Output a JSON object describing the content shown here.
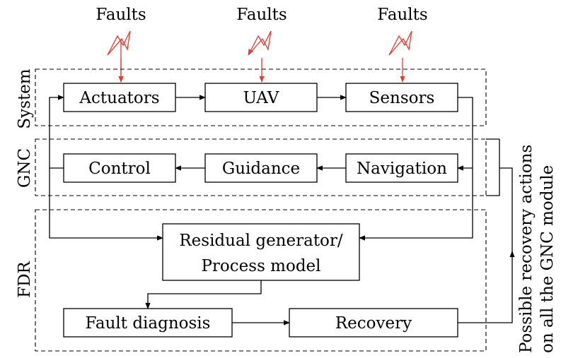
{
  "faults_label": "Faults",
  "colors": {
    "fault": "#e8392f",
    "line": "#000000",
    "background": "#ffffff"
  },
  "groups": {
    "system": "System",
    "gnc": "GNC",
    "fdr": "FDR"
  },
  "blocks": {
    "actuators": "Actuators",
    "uav": "UAV",
    "sensors": "Sensors",
    "control": "Control",
    "guidance": "Guidance",
    "navigation": "Navigation",
    "residual_line1": "Residual generator/",
    "residual_line2": "Process model",
    "fault_diagnosis": "Fault diagnosis",
    "recovery": "Recovery"
  },
  "recovery_note": {
    "line1": "Possible recovery actions",
    "line2": "on all the GNC module"
  }
}
